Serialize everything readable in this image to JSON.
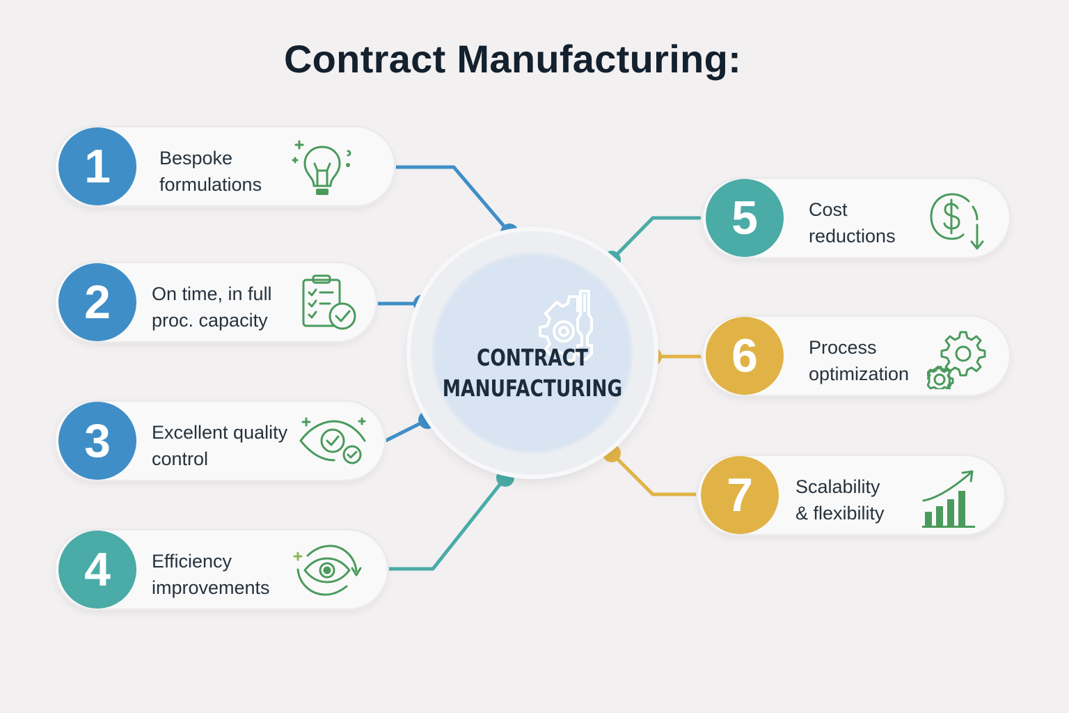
{
  "title": "Contract Manufacturing:",
  "hub": {
    "line1": "CONTRACT",
    "line2": "MANUFACTURING",
    "icon": "gear-wrench-icon"
  },
  "colors": {
    "blue": "#3f8ec7",
    "teal": "#4aaba7",
    "gold": "#e1b346",
    "icon_green": "#4a9a5c"
  },
  "items": [
    {
      "number": "1",
      "line1": "Bespoke",
      "line2": "formulations",
      "icon": "lightbulb-icon"
    },
    {
      "number": "2",
      "line1": "On time, in full",
      "line2": "proc. capacity",
      "icon": "clipboard-check-icon"
    },
    {
      "number": "3",
      "line1": "Excellent quality",
      "line2": "control",
      "icon": "eye-check-icon"
    },
    {
      "number": "4",
      "line1": "Efficiency",
      "line2": "improvements",
      "icon": "eye-cycle-icon"
    },
    {
      "number": "5",
      "line1": "Cost",
      "line2": "reductions",
      "icon": "dollar-down-icon"
    },
    {
      "number": "6",
      "line1": "Process",
      "line2": "optimization",
      "icon": "gears-icon"
    },
    {
      "number": "7",
      "line1": "Scalability",
      "line2": "& flexibility",
      "icon": "growth-chart-icon"
    }
  ]
}
